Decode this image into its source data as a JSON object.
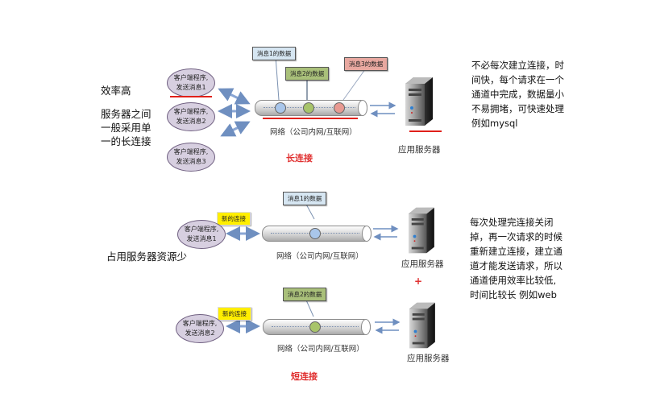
{
  "colors": {
    "msg1": "#d6e6f2",
    "msg2": "#a9c07a",
    "msg3": "#e8a8a0",
    "new_conn": "#ffee00",
    "ball1": "#a9c6ea",
    "ball2": "#a8c46a",
    "ball3": "#e89a92",
    "accent_red": "#e03030",
    "client_fill": "#d7cfe0"
  },
  "long": {
    "side_title": "效率高",
    "side_desc": [
      "服务器之间",
      "一般采用单",
      "一的长连接"
    ],
    "clients": [
      {
        "line1": "客户端程序,",
        "line2": "发送消息1"
      },
      {
        "line1": "客户端程序,",
        "line2": "发送消息2"
      },
      {
        "line1": "客户端程序,",
        "line2": "发送消息3"
      }
    ],
    "tags": [
      "消息1的数据",
      "消息2的数据",
      "消息3的数据"
    ],
    "network_label": "网络（公司内网/互联网）",
    "server_label": "应用服务器",
    "title": "长连接",
    "note": [
      "不必每次建立连接，时",
      "间快，每个请求在一个",
      "通道中完成，数据量小",
      "不易拥堵，可快速处理",
      "例如mysql"
    ]
  },
  "short": {
    "side_desc": "占用服务器资源少",
    "conn1": {
      "new_conn_tag": "新的连接",
      "client": {
        "line1": "客户端程序,",
        "line2": "发送消息1"
      },
      "msg_tag": "消息1的数据",
      "network_label": "网络（公司内网/互联网）",
      "server_label": "应用服务器"
    },
    "plus": "+",
    "conn2": {
      "new_conn_tag": "新的连接",
      "client": {
        "line1": "客户端程序,",
        "line2": "发送消息2"
      },
      "msg_tag": "消息2的数据",
      "network_label": "网络（公司内网/互联网）",
      "server_label": "应用服务器"
    },
    "title": "短连接",
    "note": [
      "每次处理完连接关闭",
      "掉，再一次请求的时候",
      "重新建立连接，建立通",
      "道才能发送请求，所以",
      "通道使用效率比较低,",
      "时间比较长 例如web"
    ]
  }
}
